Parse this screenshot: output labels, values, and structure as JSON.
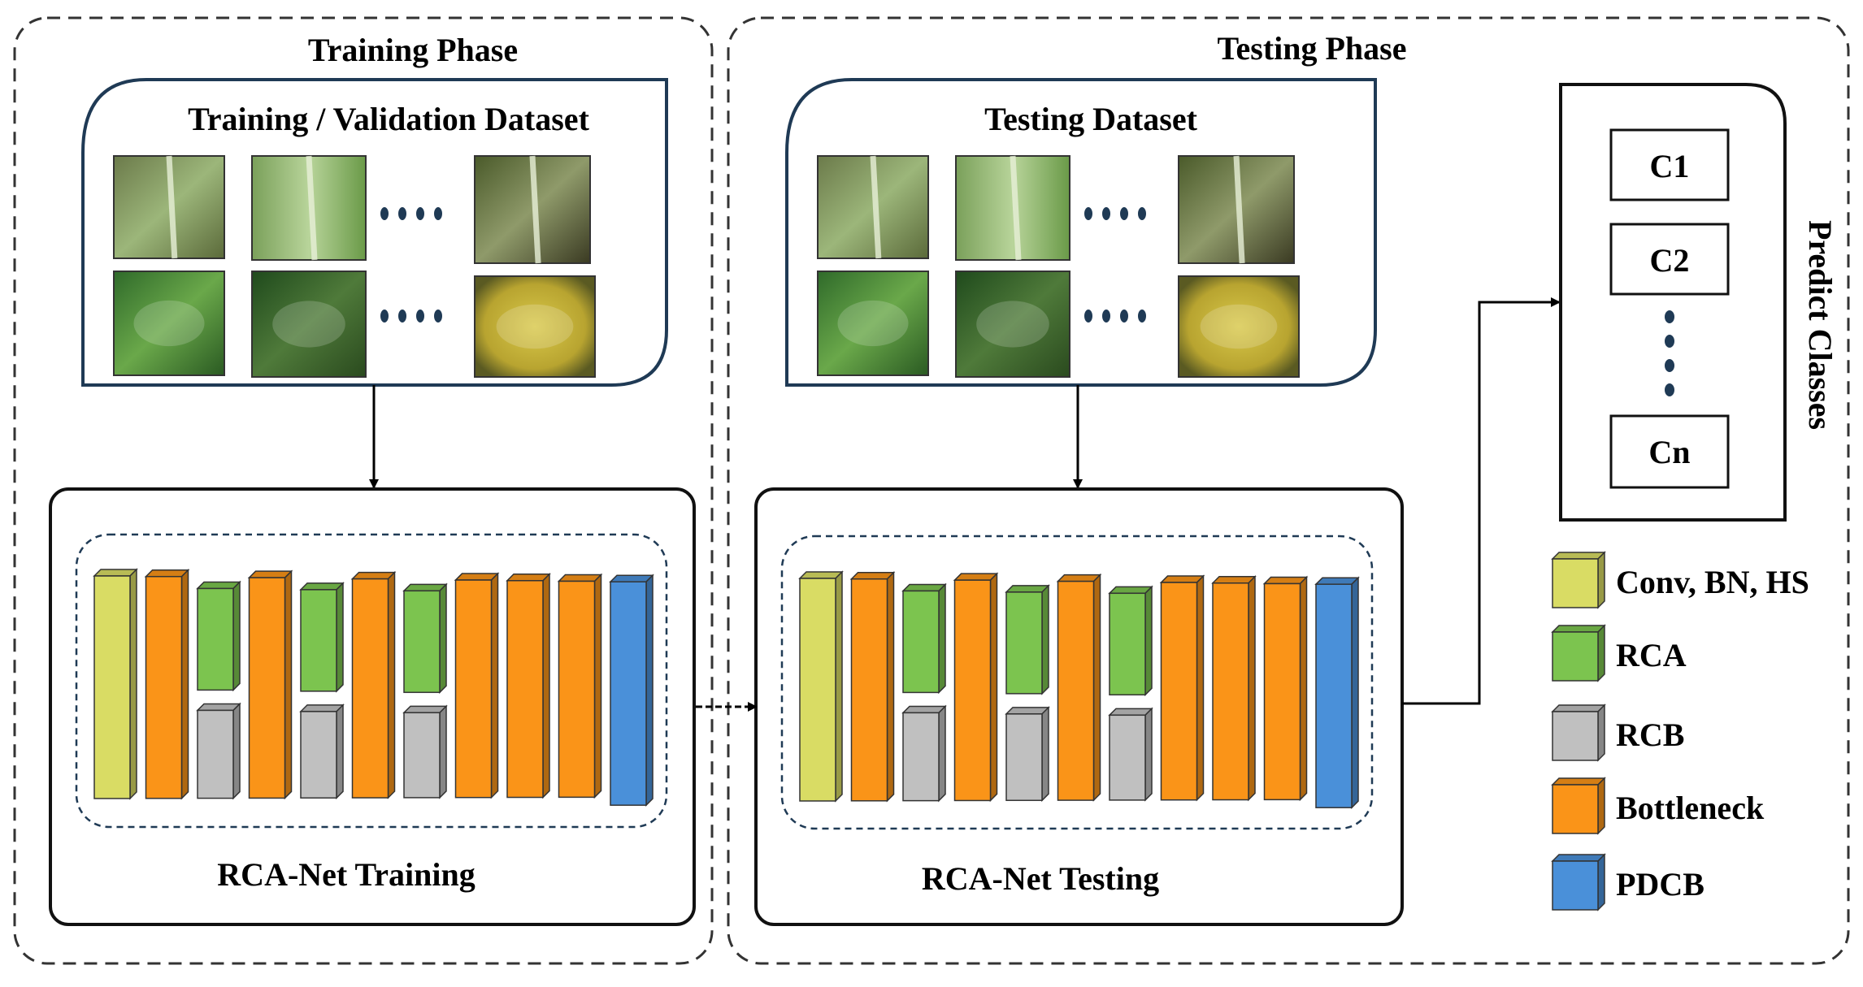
{
  "phases": {
    "training": "Training Phase",
    "testing": "Testing Phase"
  },
  "datasets": {
    "training": "Training / Validation Dataset",
    "testing": "Testing Dataset",
    "ellipsis": "...."
  },
  "networks": {
    "training": "RCA-Net Training",
    "testing": "RCA-Net Testing",
    "blocks": [
      "conv",
      "bottleneck",
      "rca+rcb",
      "bottleneck",
      "rca+rcb",
      "bottleneck",
      "rca+rcb",
      "bottleneck",
      "bottleneck",
      "bottleneck",
      "pdcb"
    ]
  },
  "predict": {
    "title": "Predict Classes",
    "classes": [
      "C1",
      "C2",
      "Cn"
    ]
  },
  "legend": [
    {
      "key": "conv",
      "label": "Conv, BN, HS",
      "color": "#d9dc64"
    },
    {
      "key": "rca",
      "label": "RCA",
      "color": "#7cc44f"
    },
    {
      "key": "rcb",
      "label": "RCB",
      "color": "#c0c0c0"
    },
    {
      "key": "bottleneck",
      "label": "Bottleneck",
      "color": "#fa9418"
    },
    {
      "key": "pdcb",
      "label": "PDCB",
      "color": "#4a90d9"
    }
  ]
}
